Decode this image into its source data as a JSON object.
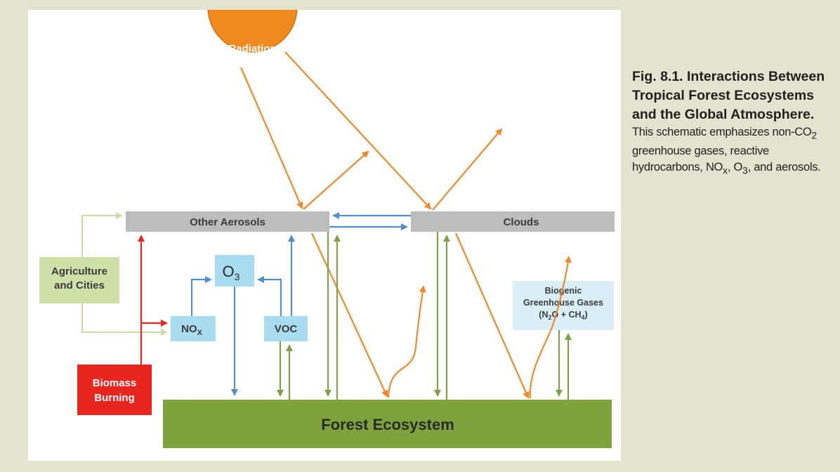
{
  "nodes": {
    "radiation": "Radiation",
    "other_aerosols": "Other Aerosols",
    "clouds": "Clouds",
    "agriculture_line1": "Agriculture",
    "agriculture_line2": "and Cities",
    "o3_base": "O",
    "o3_sub": "3",
    "nox_base": "NO",
    "nox_sub": "X",
    "voc": "VOC",
    "biogenic_line1": "Biogenic",
    "biogenic_line2": "Greenhouse Gases",
    "biogenic_line3_a": "(N",
    "biogenic_line3_sub1": "2",
    "biogenic_line3_b": "O + CH",
    "biogenic_line3_sub2": "4",
    "biogenic_line3_c": ")",
    "biomass_line1": "Biomass",
    "biomass_line2": "Burning",
    "forest": "Forest Ecosystem"
  },
  "caption": {
    "title": "Fig. 8.1. Interactions Between Tropical Forest Ecosystems and the Global Atmosphere.",
    "body_1": " This schematic emphasizes non-CO",
    "body_sub_1": "2",
    "body_2": " greenhouse gases, reactive hydrocarbons, NO",
    "body_sub_2": "x",
    "body_3": ", O",
    "body_sub_3": "3",
    "body_4": ", and aerosols."
  },
  "colors": {
    "radiation": "#f08a1e",
    "aerosol_bar": "#bdbdbd",
    "agriculture": "#cfe0a8",
    "chem_box": "#a9dcee",
    "biogenic_box": "#daeef8",
    "biomass": "#e8251f",
    "forest": "#7ea33d",
    "arrow_orange": "#ee8a2c",
    "arrow_blue": "#4f8fcc",
    "arrow_green": "#7fa04a",
    "arrow_lightgreen": "#c8dca8",
    "arrow_red": "#e8251f"
  }
}
